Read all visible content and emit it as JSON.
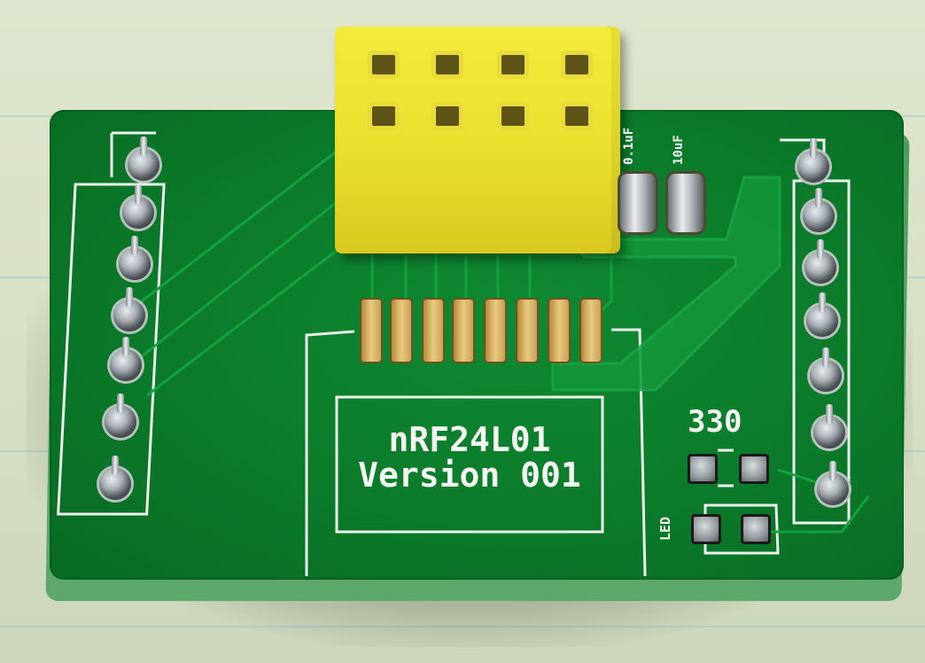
{
  "board": {
    "title_line1": "nRF24L01",
    "title_line2": "Version 001",
    "resistor_label": "330",
    "led_label": "LED",
    "cap1_label": "0.1uF",
    "cap2_label": "10uF"
  },
  "colors": {
    "pcb_green": "#0b7a2a",
    "silkscreen": "#f4f6f2",
    "connector_yellow": "#eadf2d",
    "paper": "#dfe6cf"
  }
}
